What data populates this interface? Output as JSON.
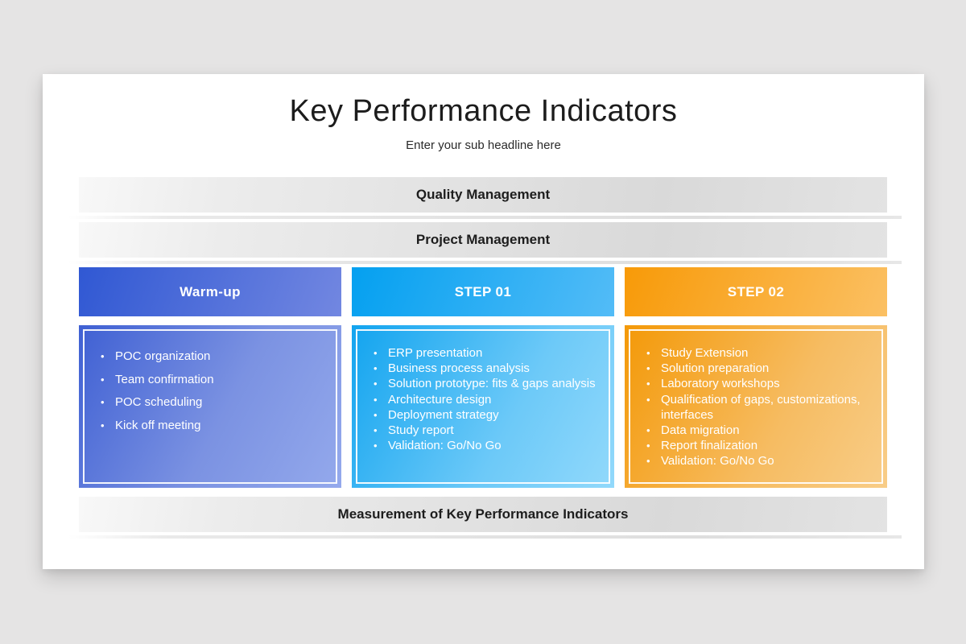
{
  "slide": {
    "title": "Key Performance Indicators",
    "subtitle": "Enter your sub headline here"
  },
  "bars": {
    "quality": "Quality Management",
    "project": "Project Management",
    "measurement": "Measurement of Key Performance Indicators"
  },
  "columns": [
    {
      "header": "Warm-up",
      "items": [
        "POC organization",
        "Team confirmation",
        "POC scheduling",
        "Kick off meeting"
      ],
      "colors": {
        "header_from": "#3058d3",
        "header_to": "#7287e1",
        "body_from": "#3f60d3",
        "body_to": "#94a9ec"
      }
    },
    {
      "header": "STEP 01",
      "items": [
        "ERP presentation",
        "Business process analysis",
        "Solution prototype: fits & gaps analysis",
        "Architecture design",
        "Deployment strategy",
        "Study report",
        "Validation: Go/No Go"
      ],
      "colors": {
        "header_from": "#04a0f0",
        "header_to": "#53bcf7",
        "body_from": "#12a4ef",
        "body_to": "#92d9fb"
      }
    },
    {
      "header": "STEP 02",
      "items": [
        "Study Extension",
        "Solution preparation",
        "Laboratory workshops",
        "Qualification of gaps, customizations, interfaces",
        "Data migration",
        "Report finalization",
        "Validation: Go/No Go"
      ],
      "colors": {
        "header_from": "#f89a08",
        "header_to": "#fbc063",
        "body_from": "#f49908",
        "body_to": "#f8cd88"
      }
    }
  ],
  "colors": {
    "page_background": "#e5e4e4",
    "slide_background": "#ffffff",
    "gray_bar_from": "#f8f8f8",
    "gray_bar_to": "#d9d9d9",
    "bar_text": "#1d1d1d",
    "panel_text": "#ffffff",
    "title_text": "#1c1c1c"
  }
}
